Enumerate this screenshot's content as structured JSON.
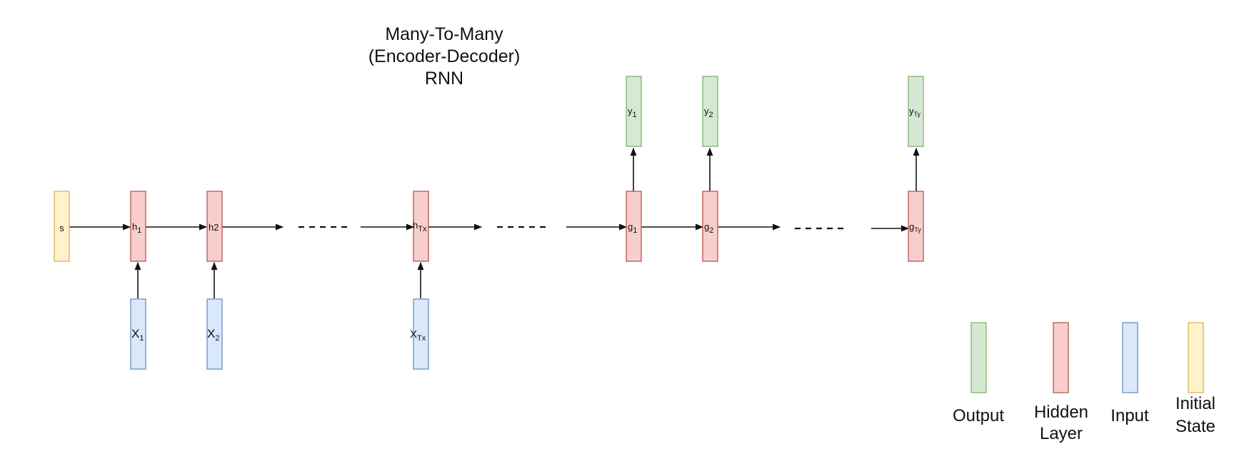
{
  "title": {
    "line1": "Many-To-Many",
    "line2": "(Encoder-Decoder)",
    "line3": "RNN"
  },
  "colors": {
    "output_fill": "#d5e8d4",
    "output_stroke": "#82b366",
    "hidden_fill": "#f8cecc",
    "hidden_stroke": "#b85450",
    "input_fill": "#dae8fc",
    "input_stroke": "#6c8ebf",
    "initial_fill": "#fff2cc",
    "initial_stroke": "#d6b656"
  },
  "nodes": {
    "s": "s",
    "h1": {
      "base": "h",
      "sub": "1"
    },
    "h2": "h2",
    "hTx": {
      "base": "h",
      "sub": "Tx"
    },
    "x1": {
      "base": "X",
      "sub": "1"
    },
    "x2": {
      "base": "X",
      "sub": "2"
    },
    "xTx": {
      "base": "X",
      "sub": "Tx"
    },
    "g1": {
      "base": "g",
      "sub": "1"
    },
    "g2": {
      "base": "g",
      "sub": "2"
    },
    "gTy": {
      "base": "g",
      "sub": "Ty"
    },
    "y1": {
      "base": "y",
      "sub": "1"
    },
    "y2": {
      "base": "y",
      "sub": "2"
    },
    "yTy": {
      "base": "y",
      "sub": "Ty"
    }
  },
  "legend": {
    "output": "Output",
    "hidden_line1": "Hidden",
    "hidden_line2": "Layer",
    "input": "Input",
    "initial_line1": "Initial",
    "initial_line2": "State"
  }
}
